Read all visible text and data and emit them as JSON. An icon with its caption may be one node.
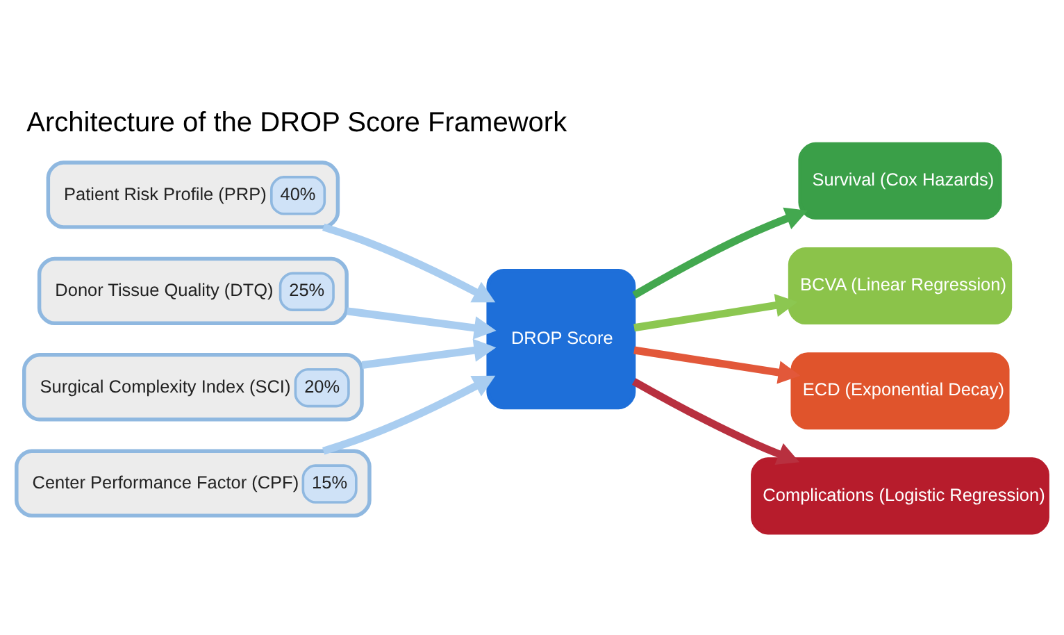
{
  "diagram": {
    "title": "Architecture of the DROP Score Framework",
    "nodes": [
      {
        "text": [
          "Patient Risk Profile (PRP)",
          "40%"
        ]
      },
      {
        "text": [
          "Donor Tissue Quality (DTQ)",
          "25%"
        ]
      },
      {
        "text": [
          "Surgical Complexity Index (SCI)",
          "20%"
        ]
      },
      {
        "text": [
          "Center Performance Factor (CPF)",
          "15%"
        ]
      },
      {
        "text": [
          "DROP Score"
        ]
      },
      {
        "text": [
          "Survival (Cox Hazards)"
        ]
      },
      {
        "text": [
          "BCVA (Linear Regression)"
        ]
      },
      {
        "text": [
          "ECD (Exponential Decay)"
        ]
      },
      {
        "text": [
          "Complications (Logistic Regression)"
        ]
      }
    ],
    "edges": [
      {
        "from": 0,
        "to": 4,
        "arrow": "to"
      },
      {
        "from": 1,
        "to": 4,
        "arrow": "to"
      },
      {
        "from": 2,
        "to": 4,
        "arrow": "to"
      },
      {
        "from": 3,
        "to": 4,
        "arrow": "to"
      },
      {
        "from": 4,
        "to": 5,
        "arrow": "to",
        "color": "#43a84f"
      },
      {
        "from": 4,
        "to": 6,
        "arrow": "to",
        "color": "#8cc751"
      },
      {
        "from": 4,
        "to": 7,
        "arrow": "to",
        "color": "#e2583a"
      },
      {
        "from": 4,
        "to": 8,
        "arrow": "to",
        "color": "#b8303f"
      }
    ]
  }
}
